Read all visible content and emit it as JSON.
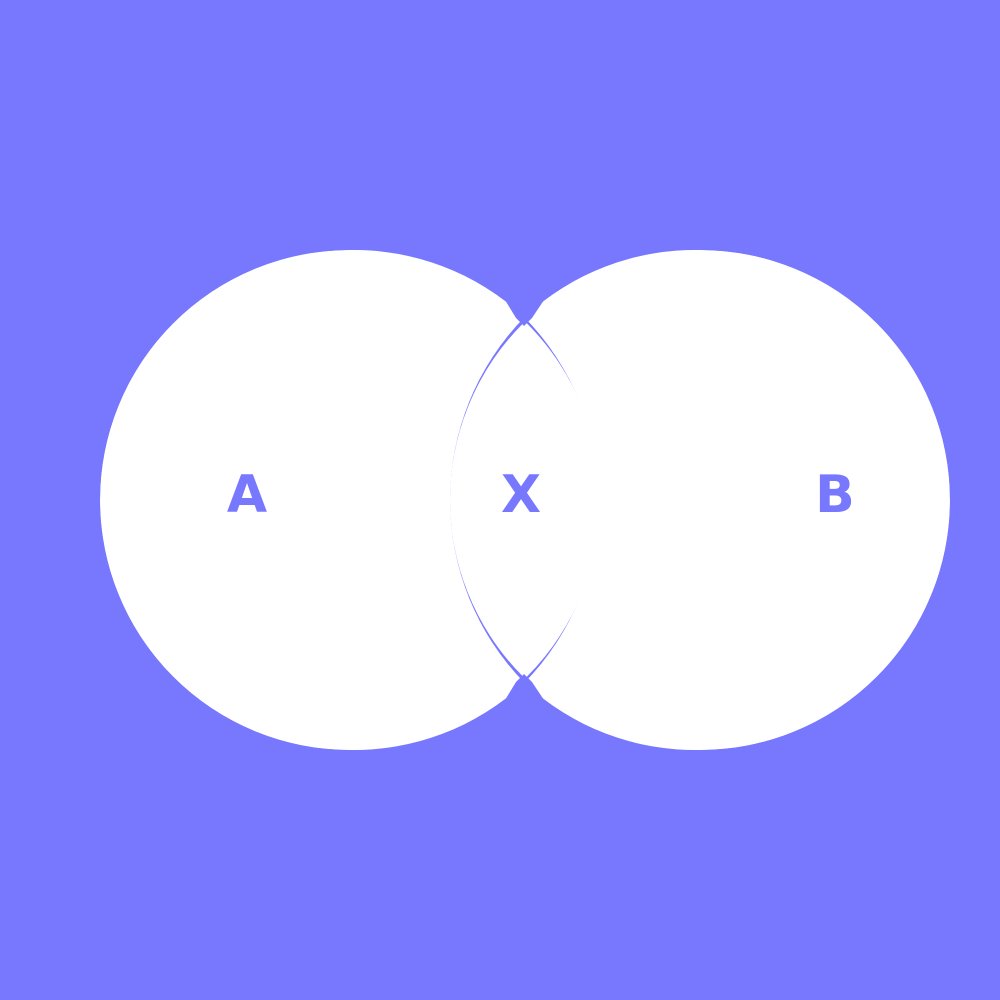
{
  "diagram": {
    "type": "venn",
    "sets": [
      {
        "label": "A"
      },
      {
        "label": "B"
      }
    ],
    "intersection": {
      "label": "X"
    }
  },
  "colors": {
    "background": "#7878fe",
    "circle_fill": "#ffffff",
    "outline": "#7878fe",
    "label": "#7878fe"
  }
}
